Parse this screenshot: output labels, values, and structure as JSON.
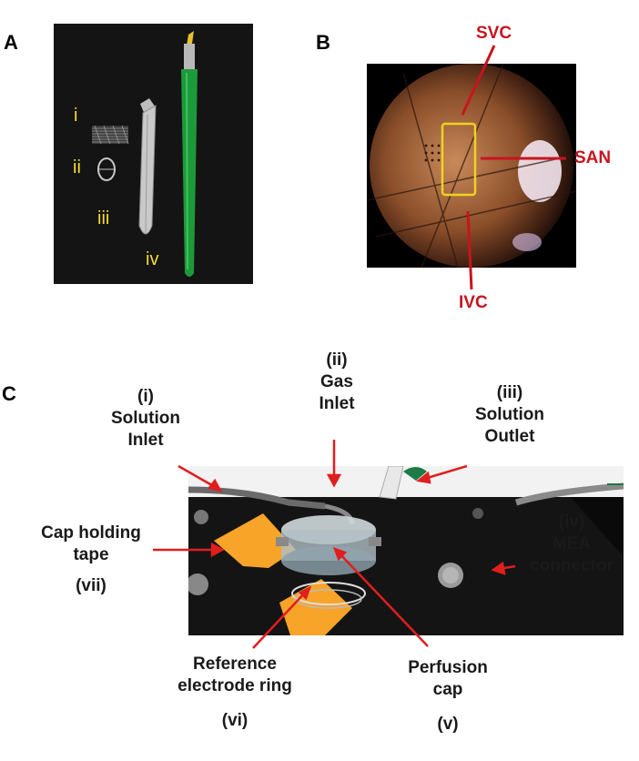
{
  "panels": {
    "a": {
      "letter": "A",
      "items": [
        "i",
        "ii",
        "iii",
        "iv"
      ]
    },
    "b": {
      "letter": "B",
      "labels": [
        "SVC",
        "SAN",
        "IVC"
      ]
    },
    "c": {
      "letter": "C",
      "labels": {
        "solution_inlet_num": "(i)",
        "solution_inlet_1": "Solution",
        "solution_inlet_2": "Inlet",
        "gas_inlet_num": "(ii)",
        "gas_inlet_1": "Gas",
        "gas_inlet_2": "Inlet",
        "solution_outlet_num": "(iii)",
        "solution_outlet_1": "Solution",
        "solution_outlet_2": "Outlet",
        "cap_tape_1": "Cap holding",
        "cap_tape_2": "tape",
        "cap_tape_num": "(vii)",
        "mea_num": "(iv)",
        "mea_1": "MEA",
        "mea_2": "connector",
        "ref_1": "Reference",
        "ref_2": "electrode ring",
        "ref_num": "(vi)",
        "perf_1": "Perfusion",
        "perf_2": "cap",
        "perf_num": "(v)"
      }
    }
  },
  "colors": {
    "annotation_red": "#c8141e",
    "annotation_yellow": "#f5dc2e",
    "highlight_box": "#f0d21e"
  }
}
